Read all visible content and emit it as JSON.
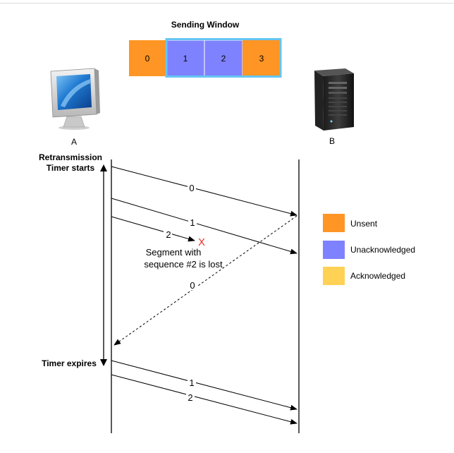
{
  "window_title": "Sending Window",
  "window_cells": [
    {
      "label": "0",
      "state": "unsent"
    },
    {
      "label": "1",
      "state": "unacknowledged"
    },
    {
      "label": "2",
      "state": "unacknowledged"
    },
    {
      "label": "3",
      "state": "unsent"
    }
  ],
  "hosts": {
    "a": {
      "label": "A",
      "icon": "desktop-computer-icon"
    },
    "b": {
      "label": "B",
      "icon": "server-tower-icon"
    }
  },
  "annotations": {
    "timer_start_line1": "Retransmission",
    "timer_start_line2": "Timer starts",
    "timer_expires": "Timer expires",
    "lost_line1": "Segment with",
    "lost_line2": "sequence #2 is lost",
    "lost_marker": "X"
  },
  "messages": [
    {
      "label": "0",
      "from": "A",
      "to": "B",
      "style": "solid"
    },
    {
      "label": "1",
      "from": "A",
      "to": "B",
      "style": "solid"
    },
    {
      "label": "2",
      "from": "A",
      "to": "lost",
      "style": "solid"
    },
    {
      "label": "0",
      "from": "B",
      "to": "A",
      "style": "dashed"
    },
    {
      "label": "1",
      "from": "A",
      "to": "B",
      "style": "solid"
    },
    {
      "label": "2",
      "from": "A",
      "to": "B",
      "style": "solid"
    }
  ],
  "legend": [
    {
      "label": "Unsent",
      "color": "#FF9524"
    },
    {
      "label": "Unacknowledged",
      "color": "#7F82FF"
    },
    {
      "label": "Acknowledged",
      "color": "#FFD154"
    }
  ],
  "colors": {
    "unsent": "#FF9524",
    "unacknowledged": "#7F82FF",
    "acknowledged": "#FFD154",
    "window_border": "#66C6F2",
    "lost_marker": "#E8312A"
  }
}
